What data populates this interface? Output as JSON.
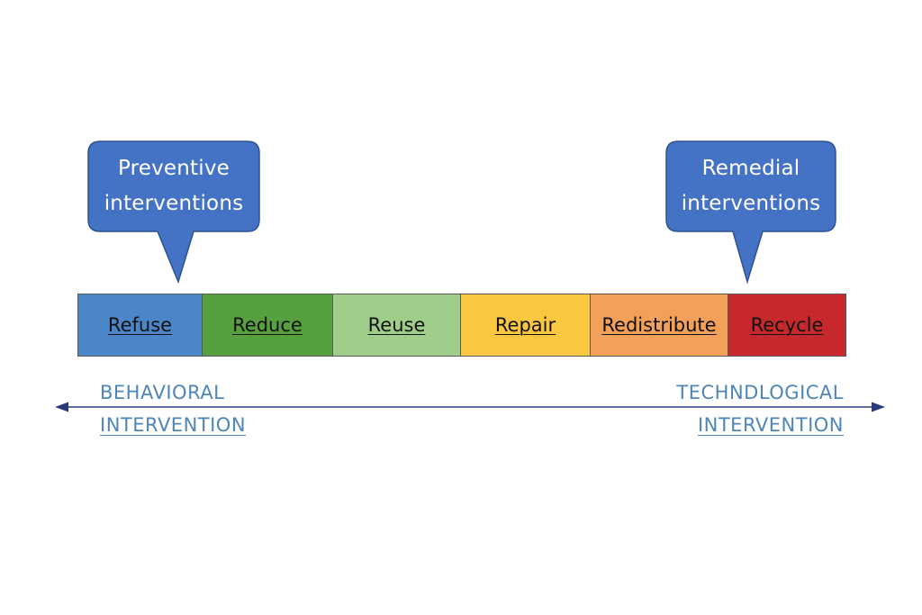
{
  "callouts": {
    "preventive": {
      "line1": "Preventive",
      "line2": "interventions"
    },
    "remedial": {
      "line1": "Remedial",
      "line2": "interventions"
    }
  },
  "spectrum": [
    {
      "label": "Refuse",
      "color": "#4a86c8"
    },
    {
      "label": "Reduce",
      "color": "#57a040"
    },
    {
      "label": "Reuse",
      "color": "#9fcd8a"
    },
    {
      "label": "Repair",
      "color": "#fbc640"
    },
    {
      "label": "Redistribute",
      "color": "#f3a05b"
    },
    {
      "label": "Recycle",
      "color": "#c7282b"
    }
  ],
  "axis": {
    "left": {
      "line1": "BEHAVIORAL",
      "line2": "INTERVENTION"
    },
    "right": {
      "line1": "TECHNDLOGICAL",
      "line2": "INTERVENTION"
    },
    "color": "#4f86b8",
    "arrow_color": "#2a3a78"
  },
  "colors": {
    "callout_fill": "#4472c4",
    "callout_stroke": "#2f528f"
  }
}
